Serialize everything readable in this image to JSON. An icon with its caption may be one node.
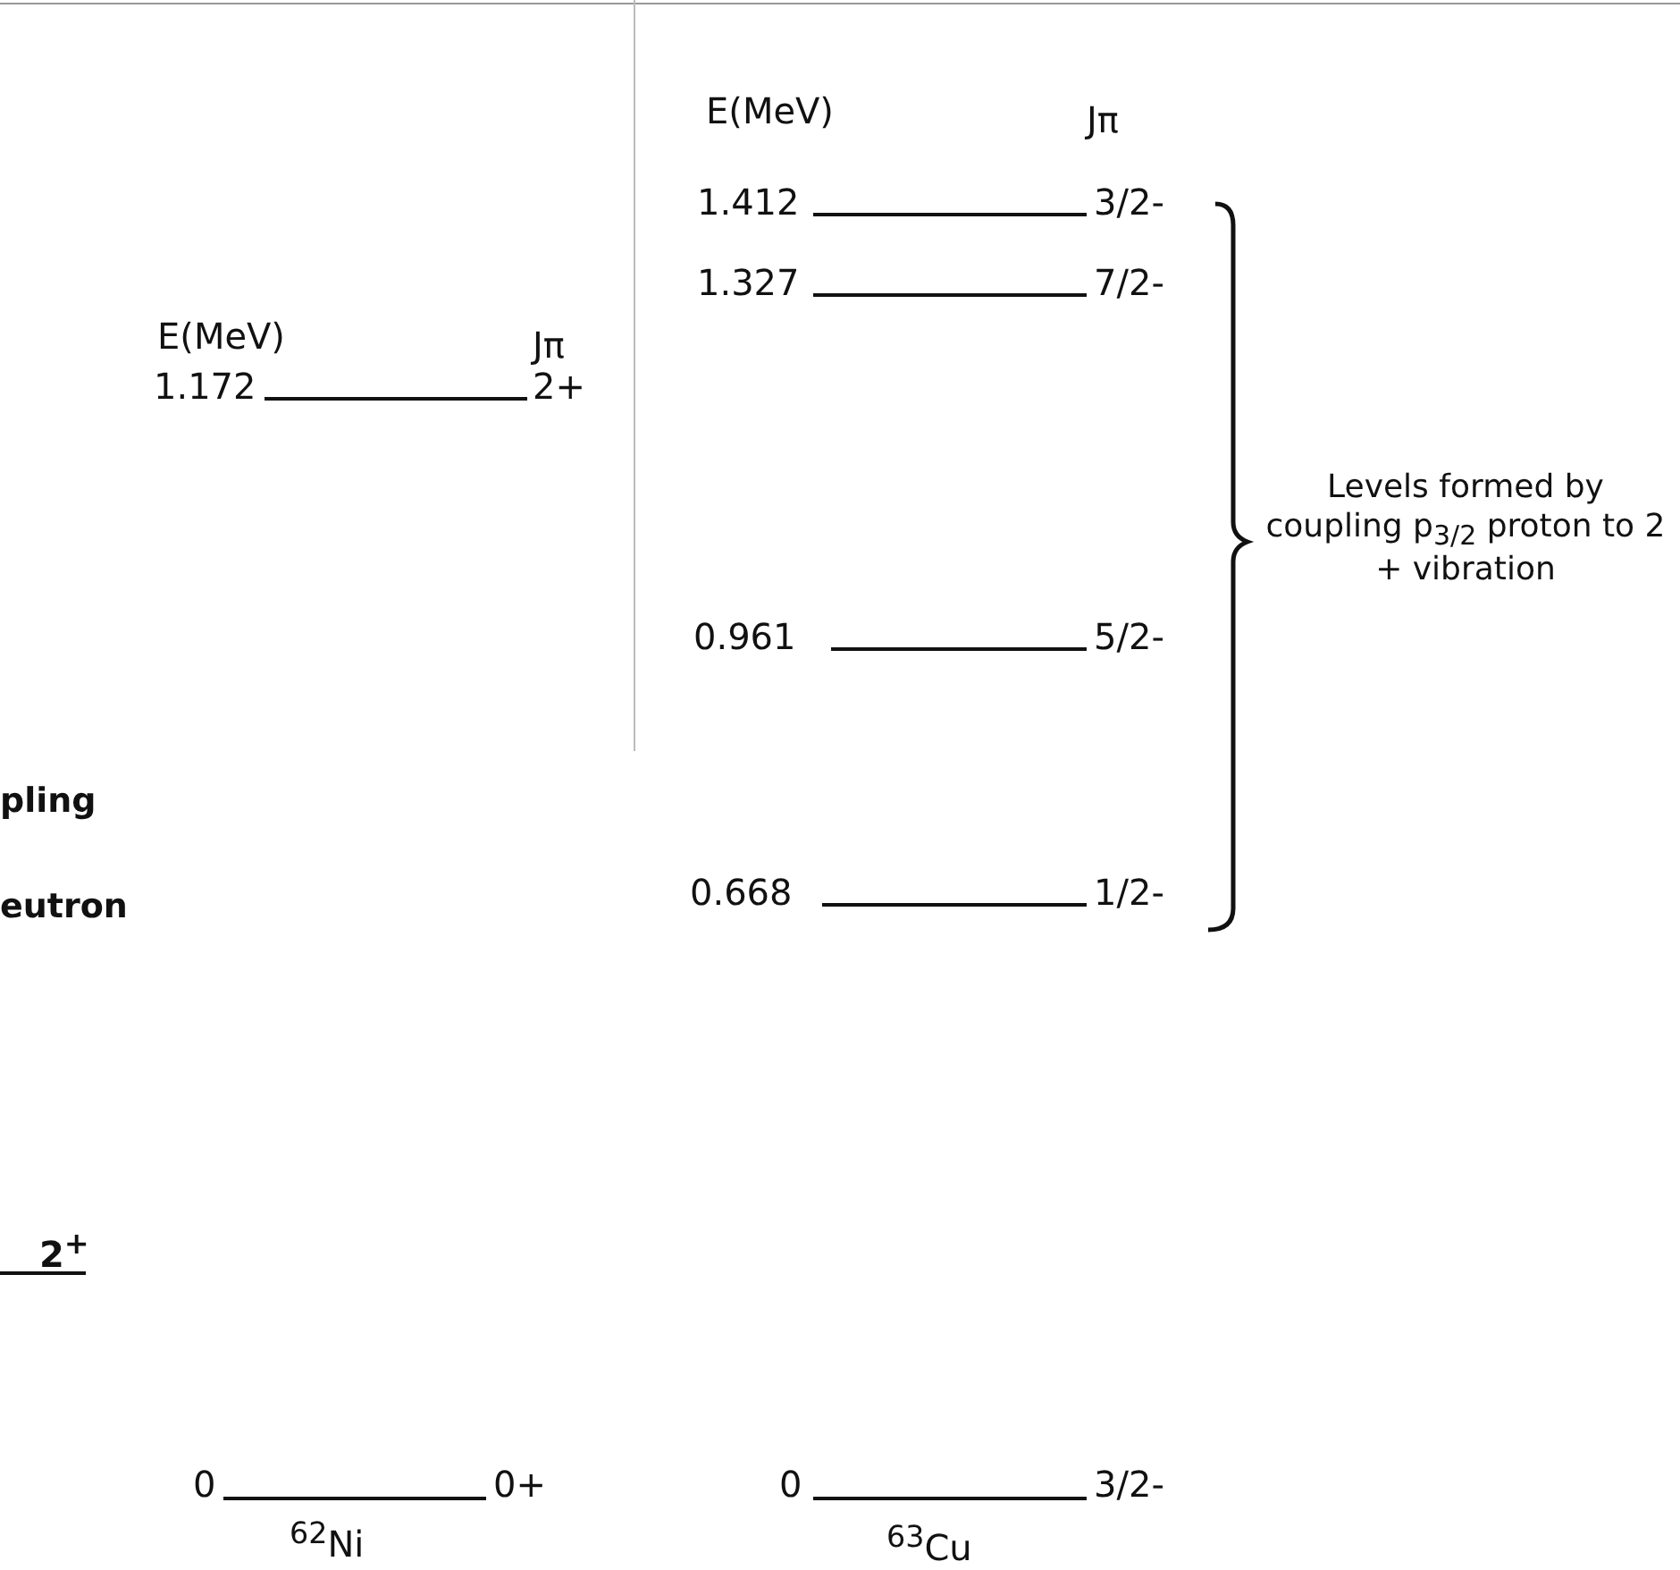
{
  "diagram": {
    "labels": [
      "E(MeV)",
      "Jπ",
      "1.412",
      "3/2-",
      "1.327",
      "7/2-",
      "E(MeV)",
      "Jπ",
      "1.172",
      "2+",
      "Levels formed by coupling p$_{3/2}$ proton to 2 + vibration",
      "0.961",
      "5/2-",
      "pling",
      "eutron",
      "0.668",
      "1/2-",
      "2$^{+}$",
      "0",
      "0+",
      "0",
      "3/2-",
      "$^{62}$Ni",
      "$^{63}$Cu"
    ]
  }
}
